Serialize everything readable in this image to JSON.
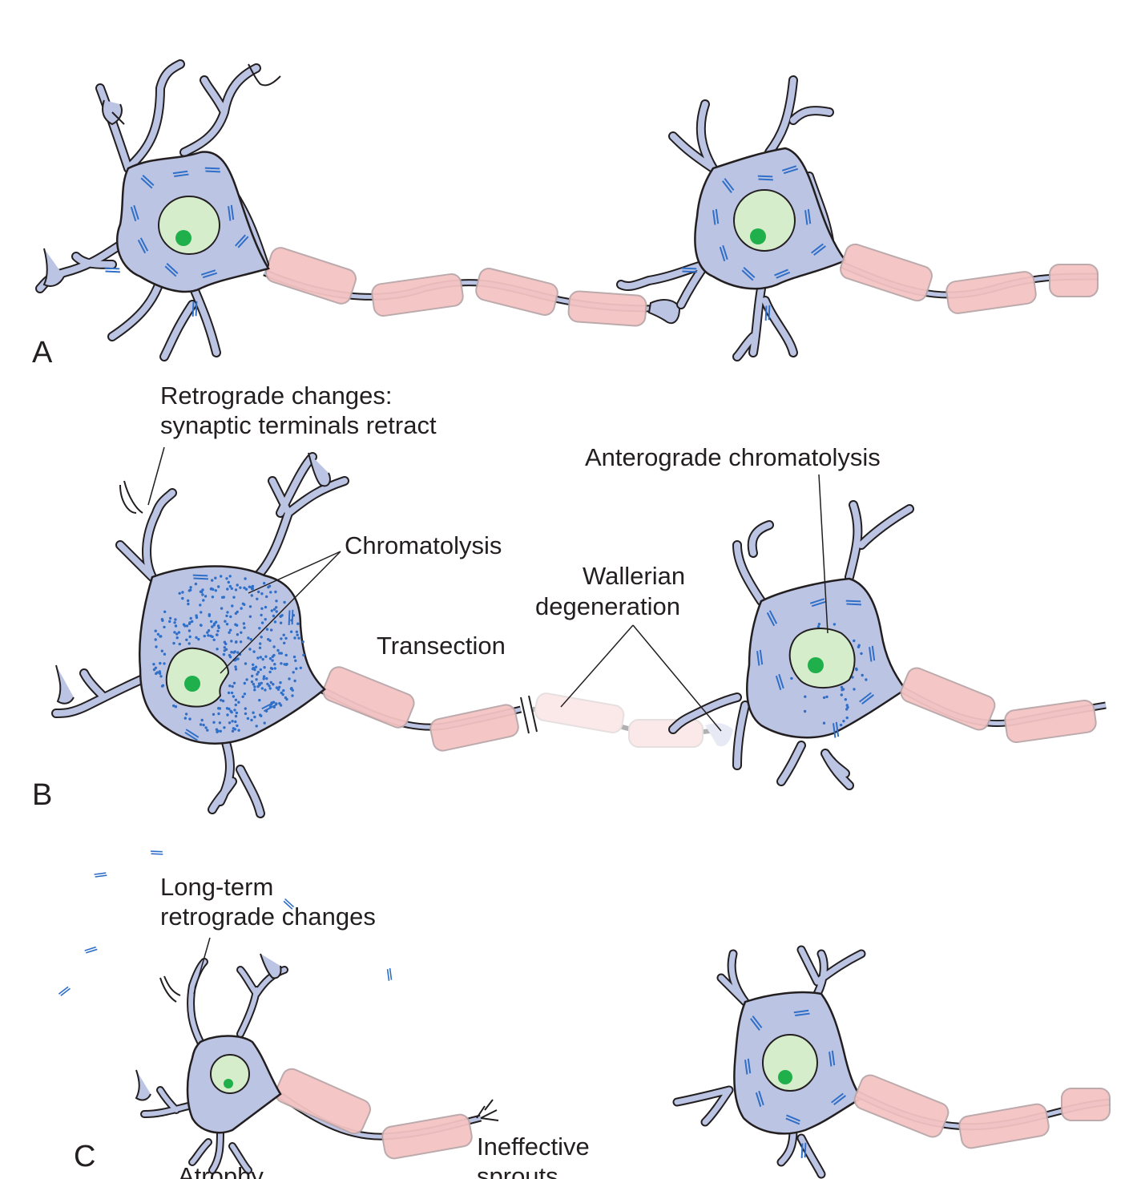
{
  "figure": {
    "panels": [
      {
        "id": "A",
        "label": "A"
      },
      {
        "id": "B",
        "label": "B"
      },
      {
        "id": "C",
        "label": "C"
      }
    ],
    "annotations": {
      "retrograde": [
        "Retrograde changes:",
        "synaptic terminals retract"
      ],
      "anterograde": "Anterograde chromatolysis",
      "chromatolysis": "Chromatolysis",
      "wallerian": [
        "Wallerian",
        "degeneration"
      ],
      "transection": "Transection",
      "longterm": [
        "Long-term",
        "retrograde changes"
      ],
      "atrophy": "Atrophy",
      "ineffective": [
        "Ineffective",
        "sprouts"
      ]
    },
    "colors": {
      "cytoplasm": "#bcc4e4",
      "outline": "#231f20",
      "nucleus": "#d6edcc",
      "nucleolus": "#1fb04b",
      "nissl": "#2f6fc7",
      "myelin": "#f4c3c3",
      "myelin_stroke": "#b9a6a8"
    }
  }
}
